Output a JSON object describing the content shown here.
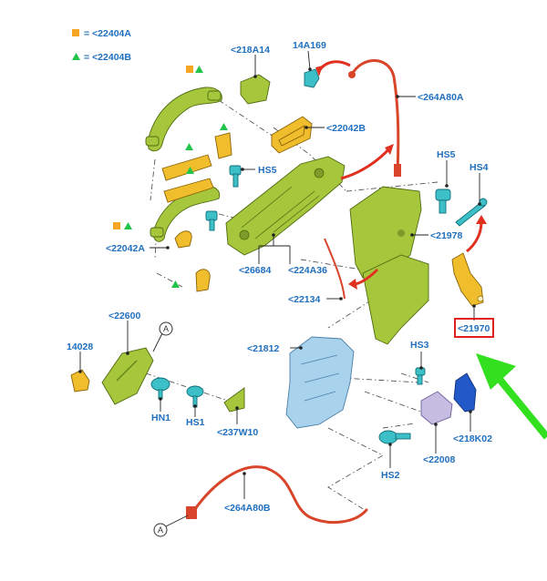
{
  "legend": {
    "square_label": "= <22404A",
    "triangle_label": "= <22404B",
    "square_color": "#f5a623",
    "triangle_color": "#22c44a"
  },
  "labels": {
    "p218A14": "<218A14",
    "p14A169": "14A169",
    "p264A80A": "<264A80A",
    "p22042B": "<22042B",
    "hs5_left": "HS5",
    "hs5_right": "HS5",
    "hs4": "HS4",
    "p21978": "<21978",
    "p22042A": "<22042A",
    "p26684": "<26684",
    "p224A36": "<224A36",
    "p22134": "<22134",
    "p21970": "<21970",
    "p22600": "<22600",
    "p14028": "14028",
    "p21812": "<21812",
    "hs3": "HS3",
    "hn1": "HN1",
    "hs1": "HS1",
    "p237W10": "<237W10",
    "p218K02": "<218K02",
    "p22008": "<22008",
    "hs2": "HS2",
    "p264A80B": "<264A80B",
    "callout_top": "A",
    "callout_bottom": "A"
  },
  "highlight": {
    "part": "<21970",
    "box_color": "#e02020",
    "arrow_color": "#33e020"
  },
  "colors": {
    "label_blue": "#1f6fbf",
    "part_green": "#a6c73c",
    "part_yellow": "#f0bd2c",
    "part_teal": "#3cbfc7",
    "part_lightblue": "#a9d3ec",
    "wire_red": "#d8452a"
  }
}
